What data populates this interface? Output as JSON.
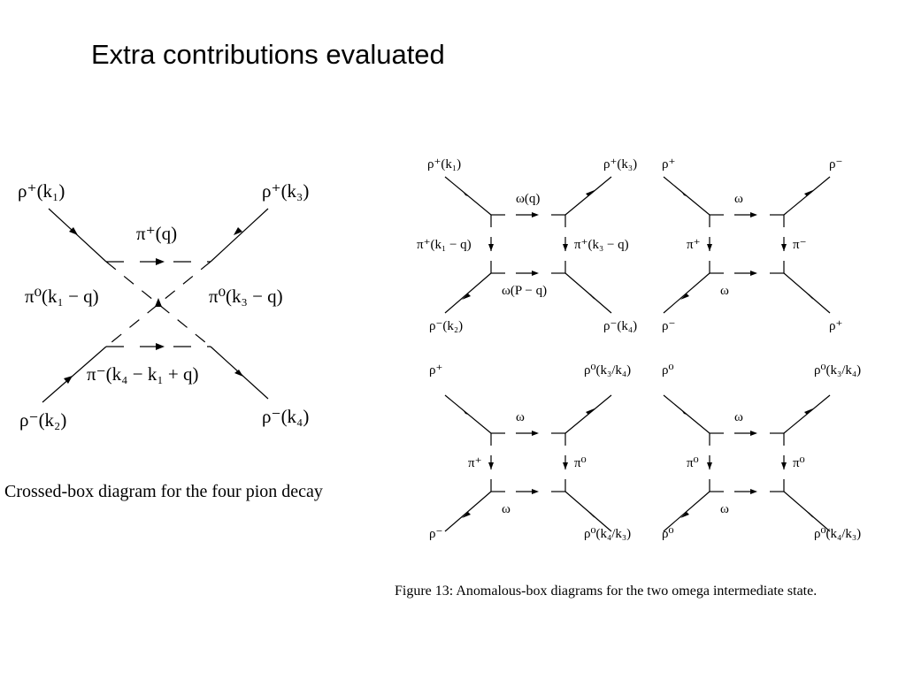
{
  "title": "Extra contributions evaluated",
  "colors": {
    "ink": "#000000",
    "background": "#ffffff"
  },
  "crossed_box": {
    "caption": "Crossed-box diagram for the four pion decay",
    "labels": {
      "top_left": "ρ⁺(k₁)",
      "top_right": "ρ⁺(k₃)",
      "bottom_left": "ρ⁻(k₂)",
      "bottom_right": "ρ⁻(k₄)",
      "top_prop": "π⁺(q)",
      "left_prop": "π⁰(k₁ − q)",
      "right_prop": "π⁰(k₃ − q)",
      "bottom_prop": "π⁻(k₄ − k₁ + q)"
    }
  },
  "anomalous_box": {
    "caption": "Figure 13:   Anomalous-box diagrams for the two omega intermediate state.",
    "diagrams": [
      {
        "tl": "ρ⁺(k₁)",
        "tr": "ρ⁺(k₃)",
        "bl": "ρ⁻(k₂)",
        "br": "ρ⁻(k₄)",
        "top": "ω(q)",
        "bottom": "ω(P − q)",
        "left": "π⁺(k₁ − q)",
        "right": "π⁺(k₃ − q)"
      },
      {
        "tl": "ρ⁺",
        "tr": "ρ⁻",
        "bl": "ρ⁻",
        "br": "ρ⁺",
        "top": "ω",
        "bottom": "ω",
        "left": "π⁺",
        "right": "π⁻"
      },
      {
        "tl": "ρ⁺",
        "tr": "ρ⁰(k₃/k₄)",
        "bl": "ρ⁻",
        "br": "ρ⁰(k₄/k₃)",
        "top": "ω",
        "bottom": "ω",
        "left": "π⁺",
        "right": "π⁰"
      },
      {
        "tl": "ρ⁰",
        "tr": "ρ⁰(k₃/k₄)",
        "bl": "ρ⁰",
        "br": "ρ⁰(k₄/k₃)",
        "top": "ω",
        "bottom": "ω",
        "left": "π⁰",
        "right": "π⁰"
      }
    ]
  }
}
